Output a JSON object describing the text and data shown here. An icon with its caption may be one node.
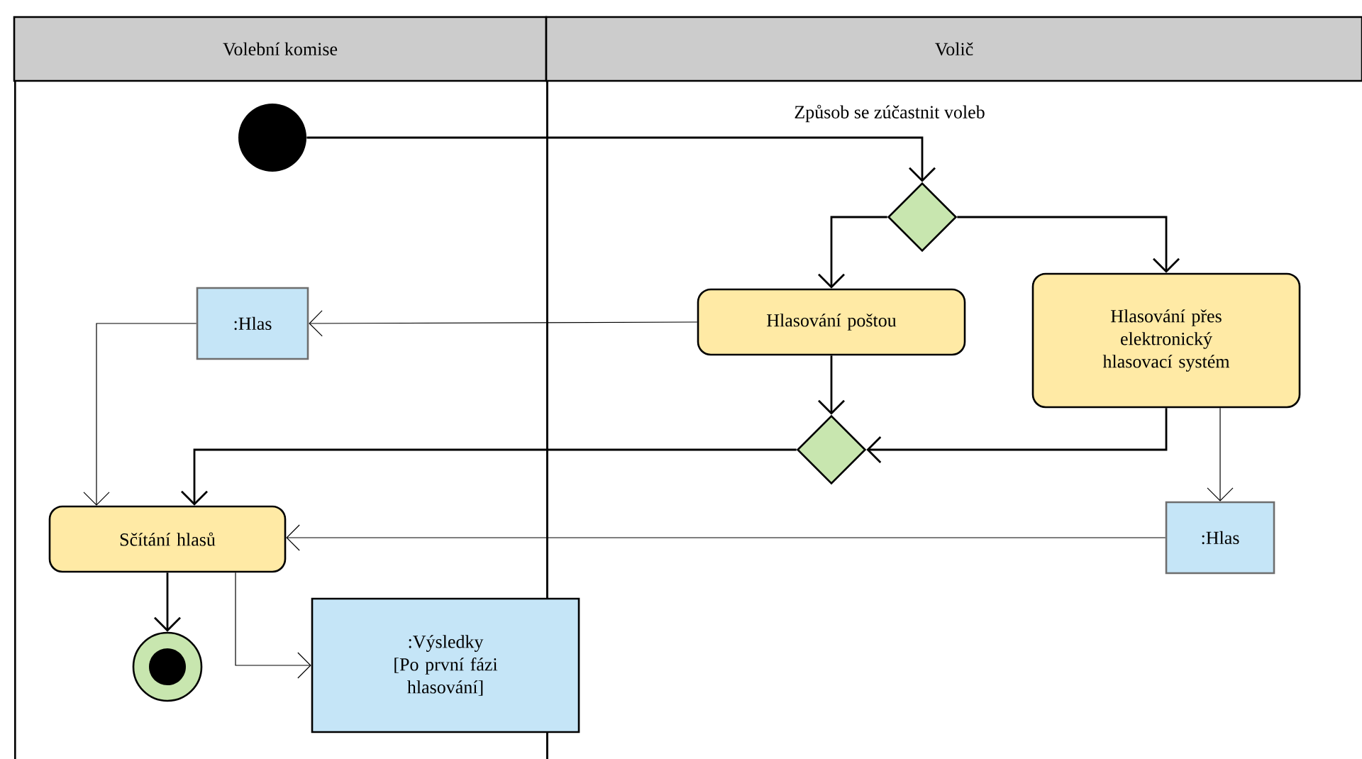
{
  "diagram": {
    "nodes": [
      {
        "text": [
          "Volební komise"
        ]
      },
      {
        "text": [
          "Volič"
        ]
      },
      {
        "text": [],
        "shape": "circle",
        "in": 0
      },
      {
        "text": [],
        "shape": "diamond",
        "in": 1
      },
      {
        "text": [
          "Hlasování poštou"
        ],
        "in": 1
      },
      {
        "text": [
          "Hlasování přes elektronický hlasovací systém"
        ],
        "in": 1
      },
      {
        "text": [],
        "shape": "diamond",
        "in": 1
      },
      {
        "text": [
          ":Hlas"
        ],
        "in": 0
      },
      {
        "text": [
          "Sčítání hlasů"
        ],
        "in": 0
      },
      {
        "text": [
          ":Hlas"
        ],
        "in": 1
      },
      {
        "text": [],
        "shape": "circle",
        "in": 0
      },
      {
        "text": [
          ":Výsledky [Po první fázi hlasování]"
        ]
      }
    ],
    "edges": [
      {
        "from": 2,
        "to": 3,
        "arrow": "to",
        "label": "Způsob se zúčastnit voleb"
      },
      {
        "from": 3,
        "to": 4,
        "arrow": "to"
      },
      {
        "from": 3,
        "to": 5,
        "arrow": "to"
      },
      {
        "from": 4,
        "to": 6,
        "arrow": "to"
      },
      {
        "from": 5,
        "to": 6,
        "arrow": "to"
      },
      {
        "from": 6,
        "to": 8,
        "arrow": "to"
      },
      {
        "from": 4,
        "to": 7,
        "arrow": "to"
      },
      {
        "from": 7,
        "to": 8,
        "arrow": "to"
      },
      {
        "from": 5,
        "to": 9,
        "arrow": "to"
      },
      {
        "from": 9,
        "to": 8,
        "arrow": "to"
      },
      {
        "from": 8,
        "to": 10,
        "arrow": "to"
      },
      {
        "from": 8,
        "to": 11,
        "arrow": "to"
      }
    ]
  }
}
